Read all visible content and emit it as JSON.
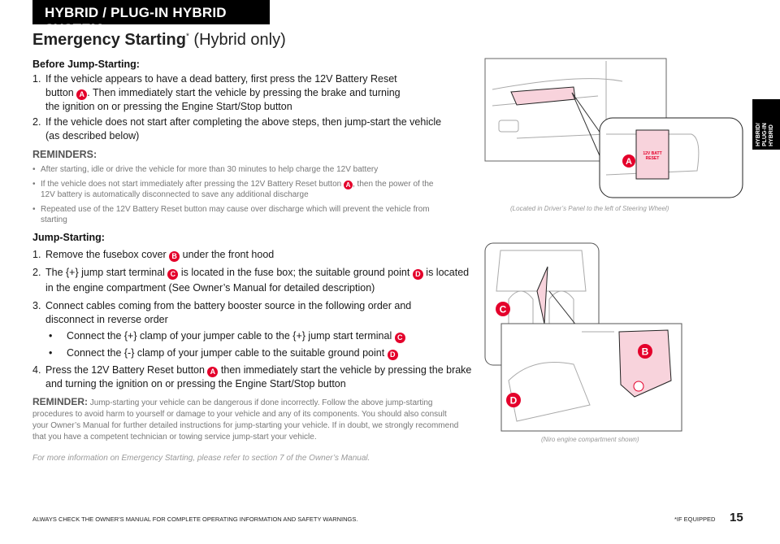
{
  "header": {
    "section": "HYBRID / PLUG-IN HYBRID SYSTEM",
    "side_tab": "HYBRID/\nPLUG-IN\nHYBRID"
  },
  "title": {
    "main": "Emergency Starting",
    "asterisk": "*",
    "sub": " (Hybrid only)"
  },
  "before": {
    "heading": "Before Jump-Starting:",
    "items": [
      {
        "num": "1.",
        "a": "If the vehicle appears to have a dead battery, first press the 12V Battery Reset button ",
        "marker": "A",
        "b": ". Then immediately start the vehicle by pressing the brake and turning the ignition on or pressing the Engine Start/Stop button"
      },
      {
        "num": "2.",
        "a": "If the vehicle does not start after completing the above steps, then jump-start the vehicle (as described below)"
      }
    ]
  },
  "reminders": {
    "heading": "REMINDERS:",
    "items": [
      {
        "a": "After starting, idle or drive the vehicle for more than 30 minutes to help charge the 12V battery"
      },
      {
        "a": "If the vehicle does not start immediately after pressing the 12V Battery Reset button ",
        "marker": "A",
        "b": ", then the power of the 12V battery is automatically disconnected to save any additional discharge"
      },
      {
        "a": "Repeated use of the 12V Battery Reset button may cause over discharge which will prevent the vehicle from starting"
      }
    ]
  },
  "jump": {
    "heading": "Jump-Starting:",
    "items": [
      {
        "num": "1.",
        "a": "Remove the fusebox cover ",
        "marker": "B",
        "b": " under the front hood"
      },
      {
        "num": "2.",
        "a": "The {+} jump start terminal ",
        "marker": "C",
        "b": " is located in the fuse box; the suitable ground point ",
        "marker2": "D",
        "c": " is located in the engine compartment (See Owner’s Manual for detailed description)"
      },
      {
        "num": "3.",
        "a": "Connect cables coming from the battery booster source in the following order and disconnect in reverse order"
      },
      {
        "num": "4.",
        "a": "Press the 12V Battery Reset button ",
        "marker": "A",
        "b": " then immediately start the vehicle by pressing the brake and turning the ignition on or pressing the Engine Start/Stop button"
      }
    ],
    "sub": [
      {
        "a": "Connect the {+} clamp of your jumper cable to the {+} jump start terminal ",
        "marker": "C"
      },
      {
        "a": "Connect the {-} clamp of your jumper cable to the suitable ground point ",
        "marker": "D"
      }
    ]
  },
  "reminder": {
    "label": "REMINDER:",
    "text": " Jump-starting your vehicle can be dangerous if done incorrectly. Follow the above jump-starting procedures to avoid harm to yourself or damage to your vehicle and any of its components. You should also consult your Owner’s Manual for further detailed instructions for jump-starting your vehicle. If in doubt, we strongly recommend that you have a competent technician or towing service jump-start your vehicle."
  },
  "more_info": "For more information on Emergency Starting, please refer to section 7 of the Owner’s Manual.",
  "figures": {
    "top": {
      "caption": "(Located in Driver’s Panel to the left of Steering Wheel)",
      "marker": "A",
      "button_line1": "12V BATT",
      "button_line2": "RESET"
    },
    "bottom": {
      "caption": "(Niro engine compartment shown)",
      "markers": [
        "B",
        "C",
        "D"
      ]
    }
  },
  "footer": {
    "warning": "ALWAYS CHECK THE OWNER’S MANUAL FOR COMPLETE OPERATING INFORMATION AND SAFETY WARNINGS.",
    "equipped": "*IF EQUIPPED",
    "page": "15"
  },
  "colors": {
    "accent": "#e4002b",
    "highlight": "#f8d3dc"
  }
}
